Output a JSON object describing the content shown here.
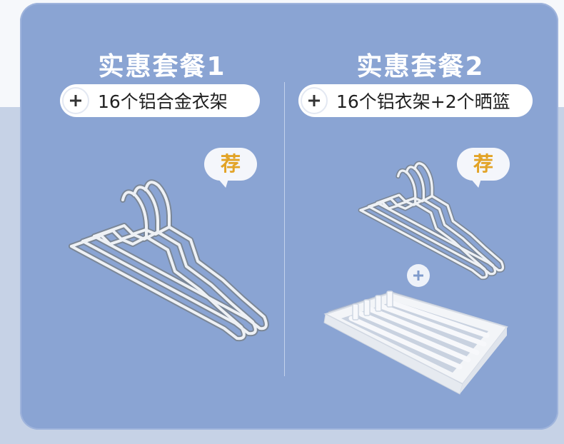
{
  "packages": [
    {
      "title": "实惠套餐1",
      "item_text": "16个铝合金衣架",
      "badge": "荐",
      "image": "hanger-icon"
    },
    {
      "title": "实惠套餐2",
      "item_text": "16个铝衣架+2个晒篮",
      "badge": "荐",
      "image": "hanger-icon",
      "extra_image": "drying-basket-icon"
    }
  ],
  "colors": {
    "card": "#8aa4d3",
    "badge_text": "#e2a326",
    "pill": "#ffffff"
  }
}
